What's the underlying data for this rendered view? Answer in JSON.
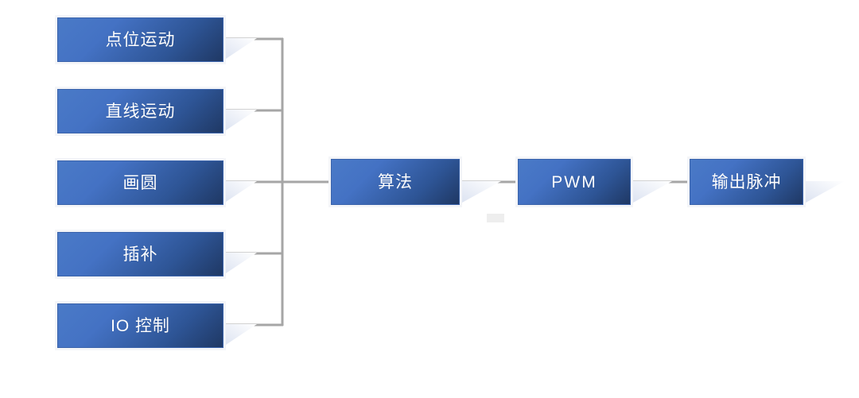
{
  "diagram": {
    "title": "Motion control pulse generation flow",
    "type": "process-flow",
    "colors": {
      "node_fill_light": "#4472C4",
      "node_fill_dark": "#1F3864",
      "node_border": "#3A63AB",
      "node_outline": "#F4F5F8",
      "connector": "#A6A6A6",
      "wedge_light": "#D6DEEF",
      "wedge_fade": "#FFFFFF",
      "text": "#FFFFFF",
      "background": "#FFFFFF",
      "artifact": "#EEEEEE"
    },
    "inputs": [
      {
        "id": "point-motion",
        "label": "点位运动"
      },
      {
        "id": "linear-motion",
        "label": "直线运动"
      },
      {
        "id": "draw-circle",
        "label": "画圆"
      },
      {
        "id": "interpolation",
        "label": "插补"
      },
      {
        "id": "io-control",
        "label": "IO 控制"
      }
    ],
    "stages": [
      {
        "id": "algorithm",
        "label": "算法",
        "script": "cjk"
      },
      {
        "id": "pwm",
        "label": "PWM",
        "script": "latin"
      },
      {
        "id": "output-pulse",
        "label": "输出脉冲",
        "script": "cjk"
      }
    ]
  }
}
